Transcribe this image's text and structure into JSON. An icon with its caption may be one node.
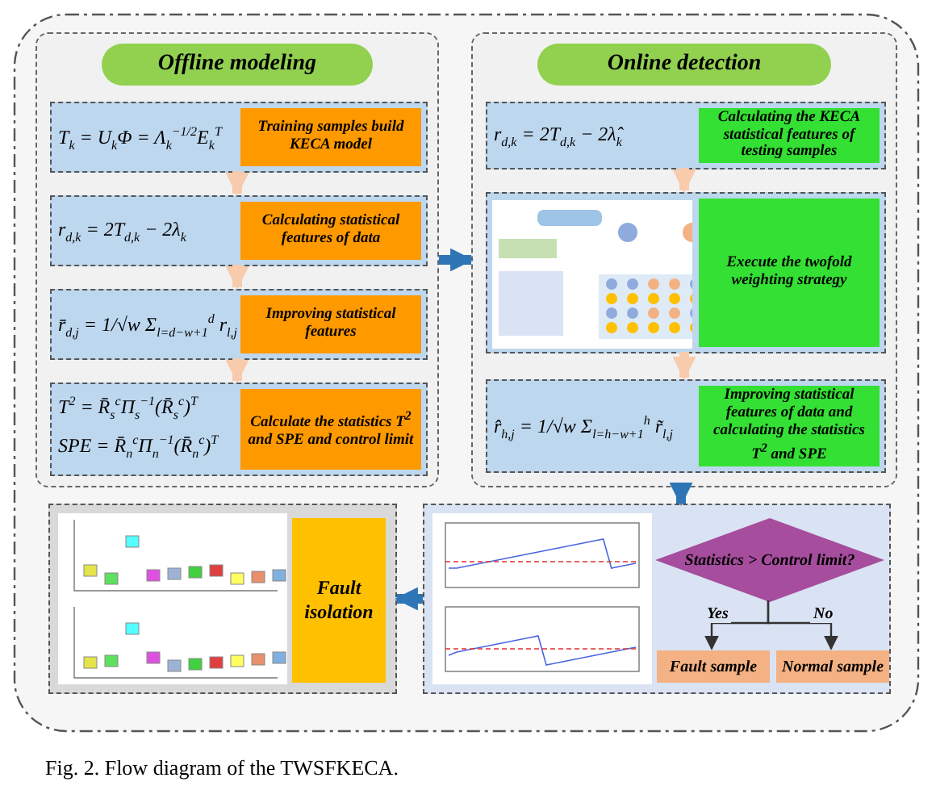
{
  "diagram": {
    "caption": "Fig. 2. Flow diagram of the TWSFKECA.",
    "nodes": [
      {
        "text": [
          "Offline modeling"
        ]
      },
      {
        "text": [
          "T$_{k}$ = U$_{k}$Φ = Λ$_{k}$$^{−1/2}$E$_{k}$$^{T}$",
          "Training samples build KECA model"
        ],
        "in": 0
      },
      {
        "text": [
          "r$_{d,k}$ = 2T$_{d,k}$ − 2λ$_{k}$",
          "Calculating statistical features of data"
        ],
        "in": 0
      },
      {
        "text": [
          "r̄$_{d,j}$ = 1/√w Σ$_{l=d−w+1}$$^{d}$ r$_{l,j}$",
          "Improving statistical features"
        ],
        "in": 0
      },
      {
        "text": [
          "T$^{2}$ = R̄$_{s}$$^{c}$Π$_{s}$$^{−1}$(R̄$_{s}$$^{c}$)$^{T}$",
          "SPE = R̄$_{n}$$^{c}$Π$_{n}$$^{−1}$(R̄$_{n}$$^{c}$)$^{T}$",
          "Calculate the statistics T$^{2}$ and SPE and control limit"
        ],
        "in": 0
      },
      {
        "text": [
          "Online detection"
        ]
      },
      {
        "text": [
          "r$_{d,k}$ = 2T$_{d,k}$ − 2λ̂$_{k}$",
          "Calculating the KECA statistical features of testing samples"
        ],
        "in": 5
      },
      {
        "text": [
          "Execute the twofold weighting strategy"
        ],
        "in": 5
      },
      {
        "text": [
          "r̂$_{h,j}$ = 1/√w Σ$_{l=h−w+1}$$^{h}$ r̃$_{l,j}$",
          "Improving statistical features of data and calculating the statistics T$^{2}$ and SPE"
        ],
        "in": 5
      },
      {
        "text": [],
        "shape": "box"
      },
      {
        "text": [
          "Statistics > Control limit?"
        ],
        "in": 9
      },
      {
        "text": [
          "Fault sample"
        ],
        "in": 9
      },
      {
        "text": [
          "Normal sample"
        ],
        "in": 9
      },
      {
        "text": [],
        "shape": "box"
      },
      {
        "text": [
          "Fault isolation"
        ],
        "in": 13
      }
    ],
    "edges": [
      {
        "from": 1,
        "to": 2,
        "arrow": "to"
      },
      {
        "from": 2,
        "to": 3,
        "arrow": "to"
      },
      {
        "from": 3,
        "to": 4,
        "arrow": "to"
      },
      {
        "from": 0,
        "to": 5,
        "arrow": "to",
        "color": "#2e75b6"
      },
      {
        "from": 6,
        "to": 7,
        "arrow": "to"
      },
      {
        "from": 7,
        "to": 8,
        "arrow": "to"
      },
      {
        "from": 5,
        "to": 9,
        "arrow": "to",
        "color": "#2e75b6"
      },
      {
        "from": 10,
        "to": 11,
        "label": "Yes",
        "arrow": "to",
        "color": "#333333"
      },
      {
        "from": 10,
        "to": 12,
        "label": "No",
        "arrow": "to",
        "color": "#333333"
      },
      {
        "from": 9,
        "to": 13,
        "arrow": "to",
        "color": "#2e75b6"
      }
    ]
  }
}
